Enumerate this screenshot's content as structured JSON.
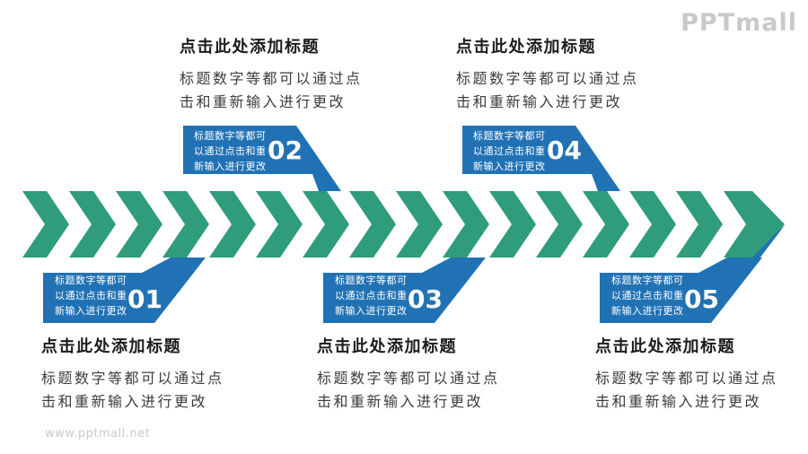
{
  "logo": "PPTmall",
  "watermark": "www.pptmall.net",
  "colors": {
    "green": "#2F9C7B",
    "blue": "#2172B5"
  },
  "steps": [
    {
      "number": "01",
      "position": "below",
      "title": "点击此处添加标题",
      "body_line1": "标题数字等都可以通过点",
      "body_line2": "击和重新输入进行更改",
      "box_lines": [
        "标题数字等都可",
        "以通过点击和重",
        "新输入进行更改"
      ]
    },
    {
      "number": "02",
      "position": "above",
      "title": "点击此处添加标题",
      "body_line1": "标题数字等都可以通过点",
      "body_line2": "击和重新输入进行更改",
      "box_lines": [
        "标题数字等都可",
        "以通过点击和重",
        "新输入进行更改"
      ]
    },
    {
      "number": "03",
      "position": "below",
      "title": "点击此处添加标题",
      "body_line1": "标题数字等都可以通过点",
      "body_line2": "击和重新输入进行更改",
      "box_lines": [
        "标题数字等都可",
        "以通过点击和重",
        "新输入进行更改"
      ]
    },
    {
      "number": "04",
      "position": "above",
      "title": "点击此处添加标题",
      "body_line1": "标题数字等都可以通过点",
      "body_line2": "击和重新输入进行更改",
      "box_lines": [
        "标题数字等都可",
        "以通过点击和重",
        "新输入进行更改"
      ]
    },
    {
      "number": "05",
      "position": "below",
      "title": "点击此处添加标题",
      "body_line1": "标题数字等都可以通过点",
      "body_line2": "击和重新输入进行更改",
      "box_lines": [
        "标题数字等都可",
        "以通过点击和重",
        "新输入进行更改"
      ]
    }
  ]
}
